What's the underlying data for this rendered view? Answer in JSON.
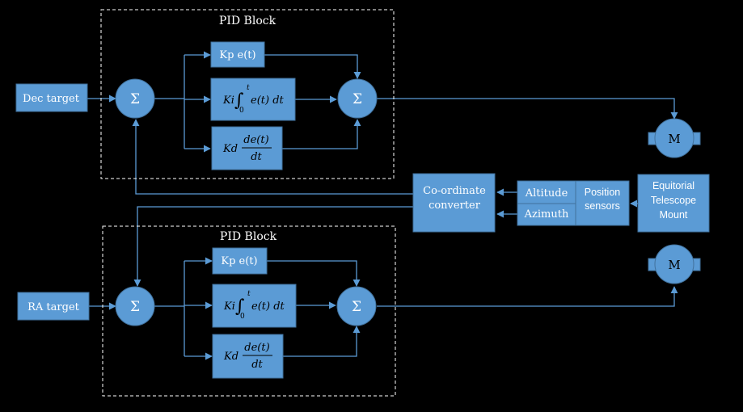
{
  "colors": {
    "background": "#000000",
    "block_fill": "#5b9bd5",
    "block_stroke": "#41719c",
    "line": "#5b9bd5",
    "label_text": "#ffffff",
    "math_text": "#000000",
    "dashed_border": "#ffffff"
  },
  "top_loop": {
    "pid_label": "PID Block",
    "target_label": "Dec target",
    "sum_symbol": "Σ",
    "output_sum_symbol": "Σ",
    "kp_label": "Kp e(t)",
    "ki": {
      "coef": "Ki",
      "integral": "∫",
      "upper": "t",
      "lower": "0",
      "body": "e(t) dt"
    },
    "kd": {
      "coef": "Kd",
      "num": "de(t)",
      "den": "dt"
    },
    "motor_label": "M"
  },
  "bottom_loop": {
    "pid_label": "PID Block",
    "target_label": "RA target",
    "sum_symbol": "Σ",
    "output_sum_symbol": "Σ",
    "kp_label": "Kp e(t)",
    "ki": {
      "coef": "Ki",
      "integral": "∫",
      "upper": "t",
      "lower": "0",
      "body": "e(t) dt"
    },
    "kd": {
      "coef": "Kd",
      "num": "de(t)",
      "den": "dt"
    },
    "motor_label": "M"
  },
  "converter": {
    "line1": "Co-ordinate",
    "line2": "converter"
  },
  "altitude_label": "Altitude",
  "azimuth_label": "Azimuth",
  "sensors": {
    "line1": "Position",
    "line2": "sensors"
  },
  "mount": {
    "line1": "Equitorial",
    "line2": "Telescope",
    "line3": "Mount"
  }
}
